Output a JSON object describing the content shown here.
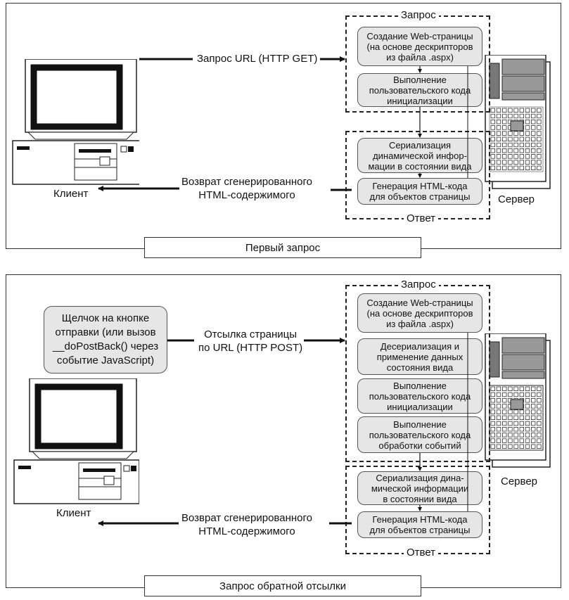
{
  "panel1": {
    "caption": "Первый запрос",
    "request_label": "Запрос",
    "response_label": "Ответ",
    "client_label": "Клиент",
    "server_label": "Сервер",
    "request_arrow_label": "Запрос URL (HTTP GET)",
    "response_arrow_label_lines": [
      "Возврат сгенерированного",
      "HTML-содержимого"
    ],
    "request_steps": [
      [
        "Создание Web-страницы",
        "(на основе дескрипторов",
        "из файла .aspx)"
      ],
      [
        "Выполнение",
        "пользовательского кода",
        "инициализации"
      ]
    ],
    "response_steps": [
      [
        "Сериализация",
        "динамической инфор-",
        "мации в состоянии вида"
      ],
      [
        "Генерация HTML-кода",
        "для объектов страницы"
      ]
    ]
  },
  "panel2": {
    "caption": "Запрос обратной отсылки",
    "request_label": "Запрос",
    "response_label": "Ответ",
    "client_label": "Клиент",
    "server_label": "Сервер",
    "note_lines": [
      "Щелчок на кнопке",
      "отправки (или вызов",
      "__doPostBack() через",
      "событие JavaScript)"
    ],
    "request_arrow_label_lines": [
      "Отсылка страницы",
      "по URL (HTTP POST)"
    ],
    "response_arrow_label_lines": [
      "Возврат сгенерированного",
      "HTML-содержимого"
    ],
    "request_steps": [
      [
        "Создание Web-страницы",
        "(на основе дескрипторов",
        "из файла .aspx)"
      ],
      [
        "Десериализация и",
        "применение данных",
        "состояния вида"
      ],
      [
        "Выполнение",
        "пользовательского кода",
        "инициализации"
      ],
      [
        "Выполнение",
        "пользовательского кода",
        "обработки событий"
      ]
    ],
    "response_steps": [
      [
        "Сериализация дина-",
        "мической информации",
        "в состоянии вида"
      ],
      [
        "Генерация HTML-кода",
        "для объектов страницы"
      ]
    ]
  },
  "icons": {
    "client": "desktop-computer-icon",
    "server": "server-tower-icon"
  }
}
